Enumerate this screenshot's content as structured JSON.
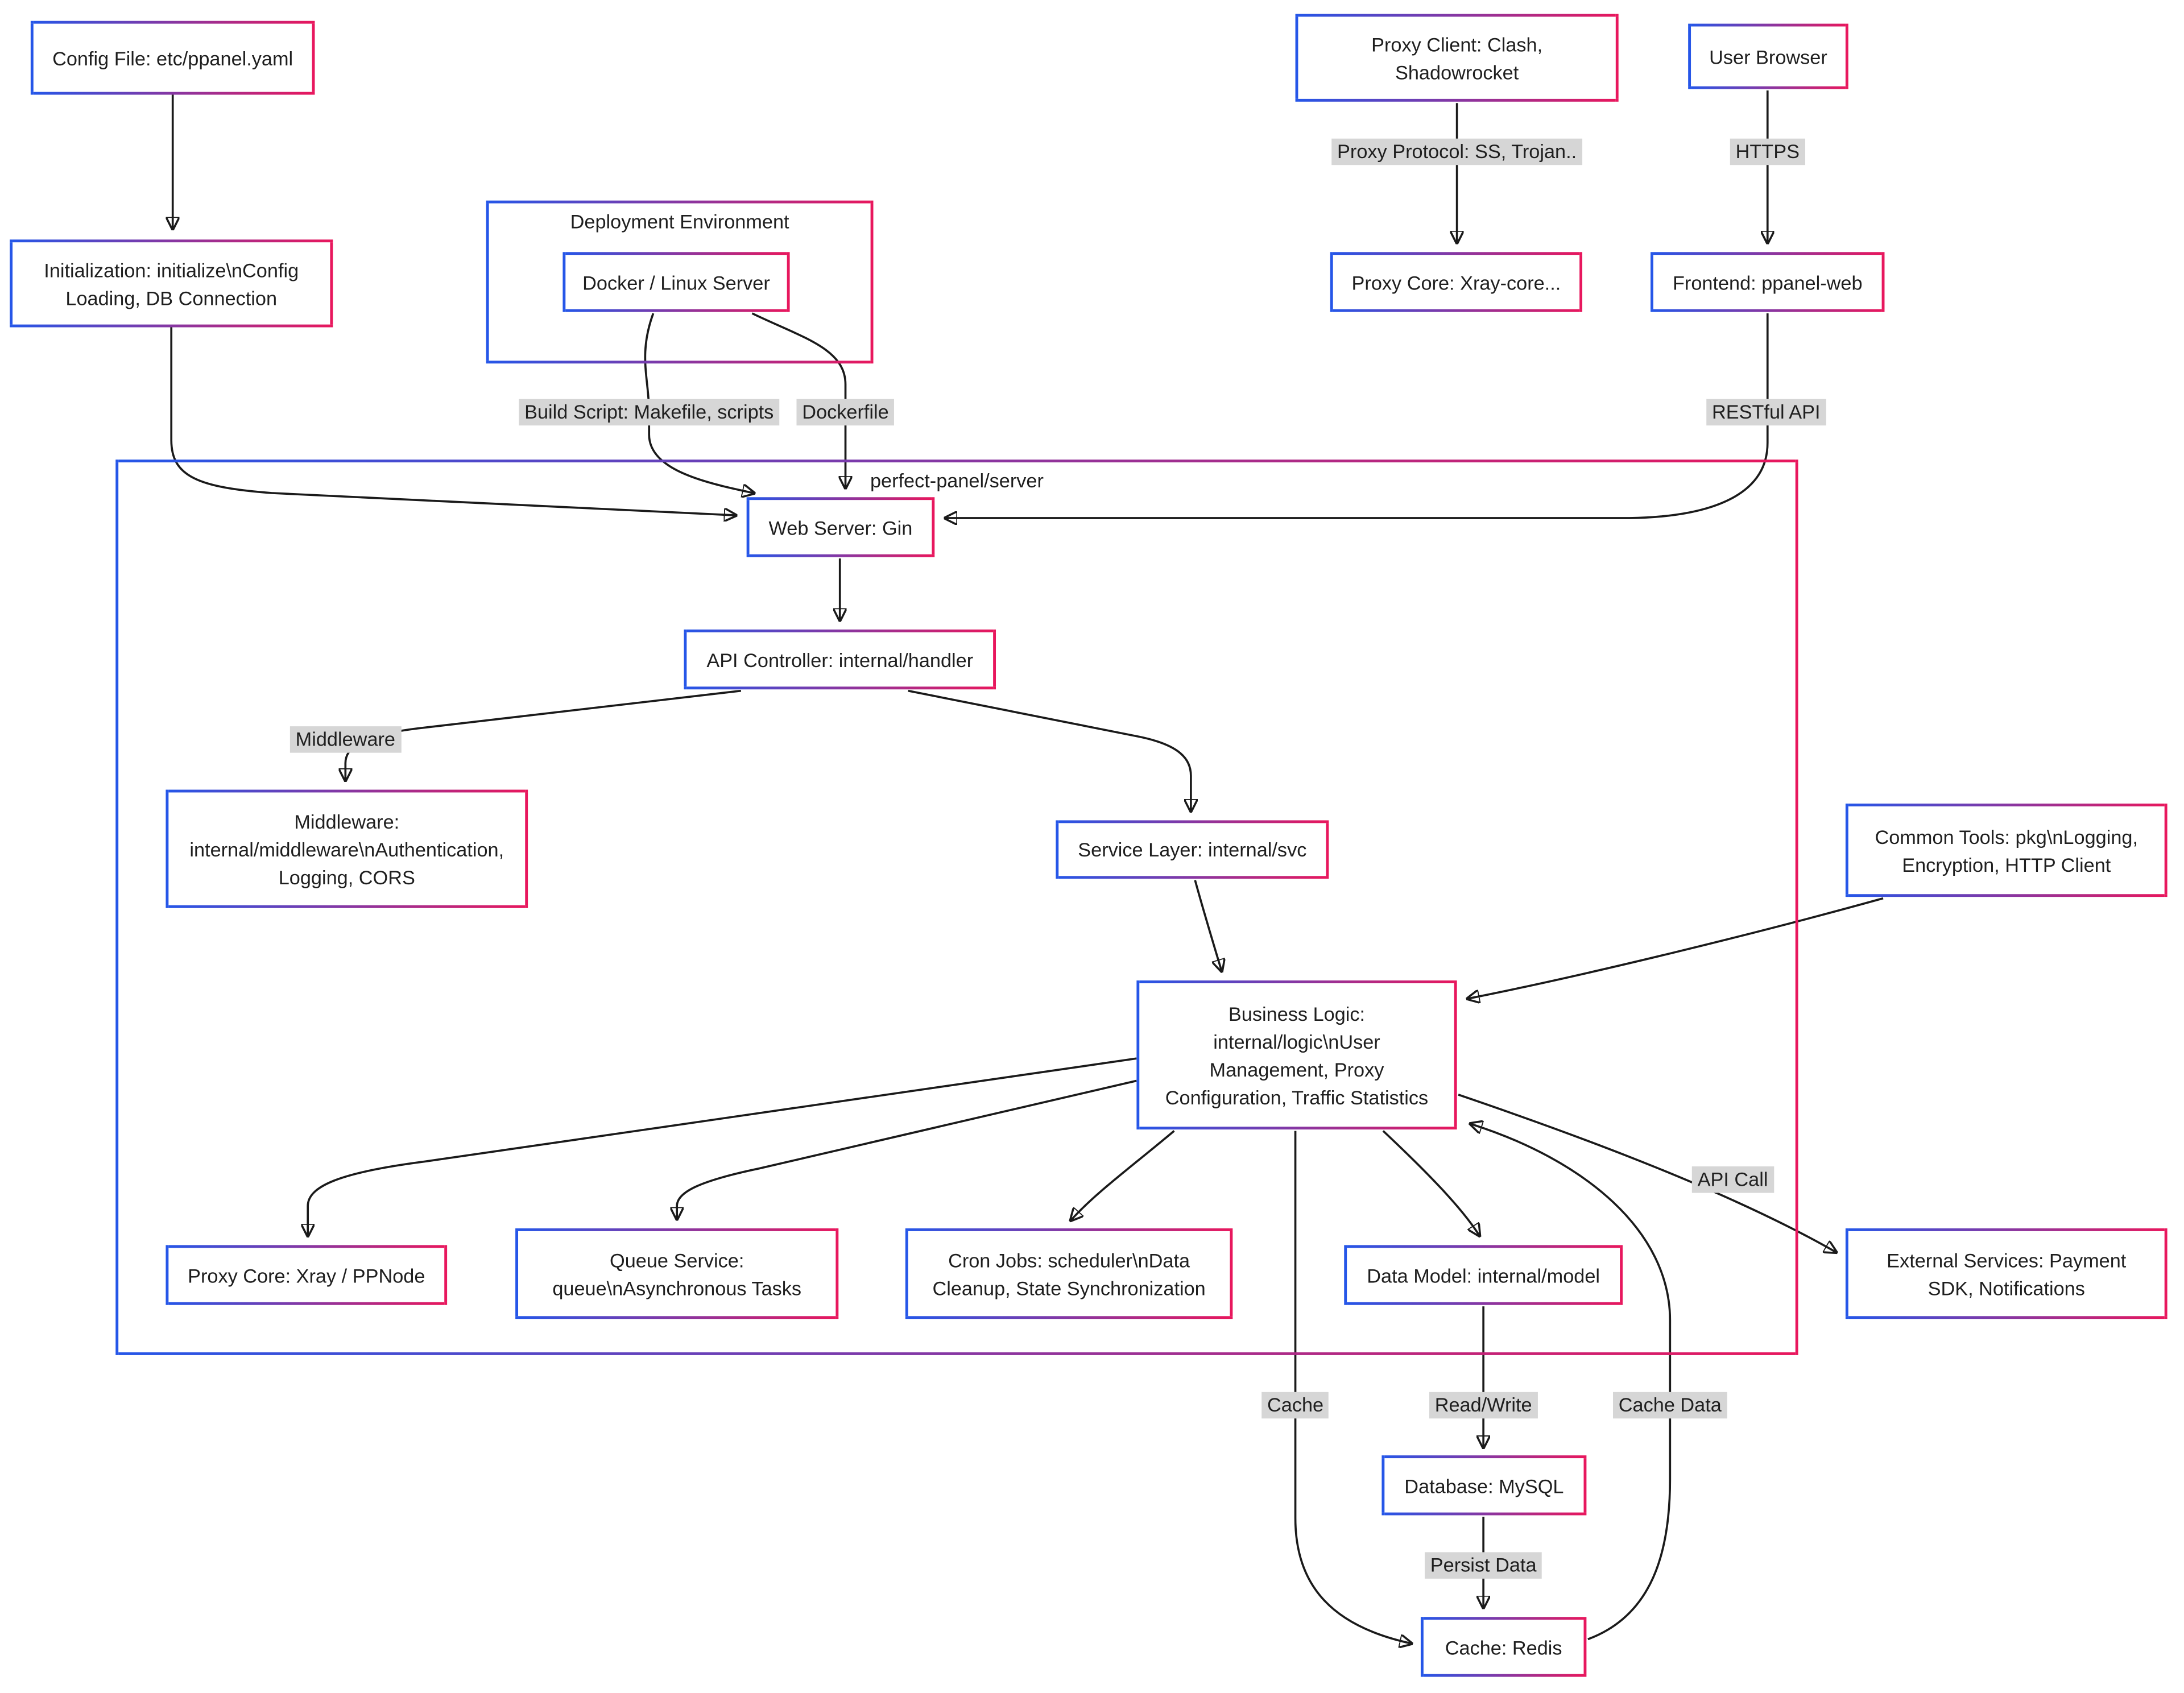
{
  "diagram": {
    "type": "flowchart",
    "containers": {
      "deployment": {
        "title": "Deployment Environment"
      },
      "server": {
        "title": "perfect-panel/server"
      }
    },
    "nodes": {
      "config_file": {
        "lines": [
          "Config File: etc/ppanel.yaml"
        ]
      },
      "proxy_client": {
        "lines": [
          "Proxy Client: Clash,",
          "Shadowrocket"
        ]
      },
      "user_browser": {
        "lines": [
          "User Browser"
        ]
      },
      "initialization": {
        "lines": [
          "Initialization: initialize\\nConfig",
          "Loading, DB Connection"
        ]
      },
      "docker": {
        "lines": [
          "Docker / Linux Server"
        ]
      },
      "proxy_core_xray": {
        "lines": [
          "Proxy Core: Xray-core..."
        ]
      },
      "frontend": {
        "lines": [
          "Frontend: ppanel-web"
        ]
      },
      "web_server": {
        "lines": [
          "Web Server: Gin"
        ]
      },
      "api_controller": {
        "lines": [
          "API Controller: internal/handler"
        ]
      },
      "middleware": {
        "lines": [
          "Middleware:",
          "internal/middleware\\nAuthentication,",
          "Logging, CORS"
        ]
      },
      "service_layer": {
        "lines": [
          "Service Layer: internal/svc"
        ]
      },
      "common_tools": {
        "lines": [
          "Common Tools: pkg\\nLogging,",
          "Encryption, HTTP Client"
        ]
      },
      "business_logic": {
        "lines": [
          "Business Logic:",
          "internal/logic\\nUser",
          "Management, Proxy",
          "Configuration, Traffic Statistics"
        ]
      },
      "proxy_core_node": {
        "lines": [
          "Proxy Core: Xray / PPNode"
        ]
      },
      "queue_service": {
        "lines": [
          "Queue Service:",
          "queue\\nAsynchronous Tasks"
        ]
      },
      "cron_jobs": {
        "lines": [
          "Cron Jobs: scheduler\\nData",
          "Cleanup, State Synchronization"
        ]
      },
      "data_model": {
        "lines": [
          "Data Model: internal/model"
        ]
      },
      "external_services": {
        "lines": [
          "External Services: Payment",
          "SDK, Notifications"
        ]
      },
      "database": {
        "lines": [
          "Database: MySQL"
        ]
      },
      "cache": {
        "lines": [
          "Cache: Redis"
        ]
      }
    },
    "edge_labels": {
      "proxy_protocol": "Proxy Protocol: SS, Trojan..",
      "https": "HTTPS",
      "build_script": "Build Script: Makefile, scripts",
      "dockerfile": "Dockerfile",
      "restful_api": "RESTful API",
      "middleware": "Middleware",
      "api_call": "API Call",
      "cache": "Cache",
      "read_write": "Read/Write",
      "cache_data": "Cache Data",
      "persist_data": "Persist Data"
    },
    "colors": {
      "border_gradient_start": "#2556e8",
      "border_gradient_end": "#e8175d",
      "edge_line": "#1a1a1a",
      "edge_label_bg": "#d6d6d6",
      "text": "#1f1f1f",
      "background": "#ffffff"
    }
  }
}
